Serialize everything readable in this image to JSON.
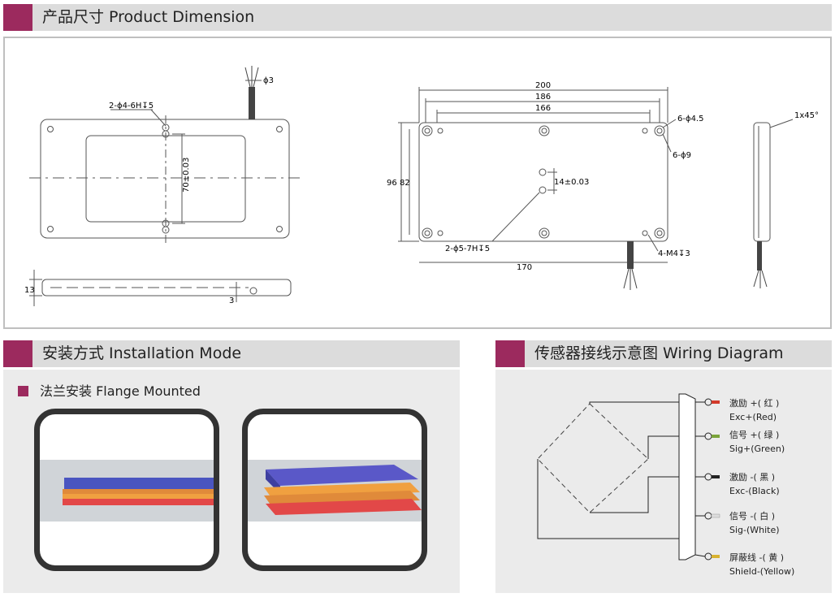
{
  "sections": {
    "dimension": {
      "title": "产品尺寸 Product Dimension"
    },
    "installation": {
      "title": "安装方式 Installation Mode",
      "subtitle": "法兰安装 Flange Mounted"
    },
    "wiring": {
      "title": "传感器接线示意图  Wiring Diagram"
    }
  },
  "dimensions": {
    "top_view": {
      "holes_label": "2-ϕ4-6H↧5",
      "cable_label": "ϕ3",
      "height_label": "70±0.03"
    },
    "side_view": {
      "thickness": "13",
      "offset": "3"
    },
    "bottom_view": {
      "overall_width": "200",
      "width_186": "186",
      "width_166": "166",
      "holes_6_45": "6-ϕ4.5",
      "holes_6_9": "6-ϕ9",
      "height_96": "96",
      "height_82": "82",
      "pin_spacing": "14±0.03",
      "pin_holes": "2-ϕ5-7H↧5",
      "thread_holes": "4-M4↧3",
      "bottom_length": "170"
    },
    "end_view": {
      "chamfer": "1x45°"
    }
  },
  "wiring": {
    "wires": [
      {
        "cn": "激励 +( 红 )",
        "en": "Exc+(Red)",
        "color": "#d23a2a"
      },
      {
        "cn": "信号 +( 绿 )",
        "en": "Sig+(Green)",
        "color": "#7aa33a"
      },
      {
        "cn": "激励 -( 黑 )",
        "en": "Exc-(Black)",
        "color": "#222222"
      },
      {
        "cn": "信号 -( 白 )",
        "en": "Sig-(White)",
        "color": "#bbbbbb"
      },
      {
        "cn": "屏蔽线 -( 黄 )",
        "en": "Shield-(Yellow)",
        "color": "#d8b230"
      }
    ]
  },
  "colors": {
    "accent": "#9c2a5e",
    "header_bg": "#dcdcdc",
    "panel_bg": "#ebebeb"
  }
}
